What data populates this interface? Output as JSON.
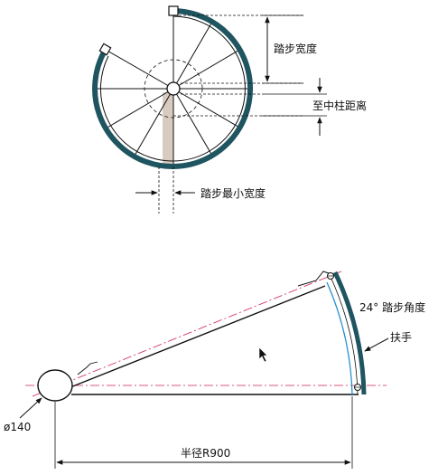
{
  "top_view": {
    "tread_width_label": "踏步宽度",
    "center_post_distance_label": "至中柱距离",
    "min_tread_width_label": "踏步最小宽度",
    "colors": {
      "rail": "#1f5560",
      "highlight_step": "#d8ccc0",
      "centerline": "#d02050"
    }
  },
  "plan_view": {
    "step_angle_label": "24° 踏步角度",
    "handrail_label": "扶手",
    "post_diameter_label": "ø140",
    "radius_label": "半径R900",
    "colors": {
      "handrail": "#1f5560",
      "rail_inner": "#2a8fd0",
      "centerline": "#d02050"
    }
  }
}
